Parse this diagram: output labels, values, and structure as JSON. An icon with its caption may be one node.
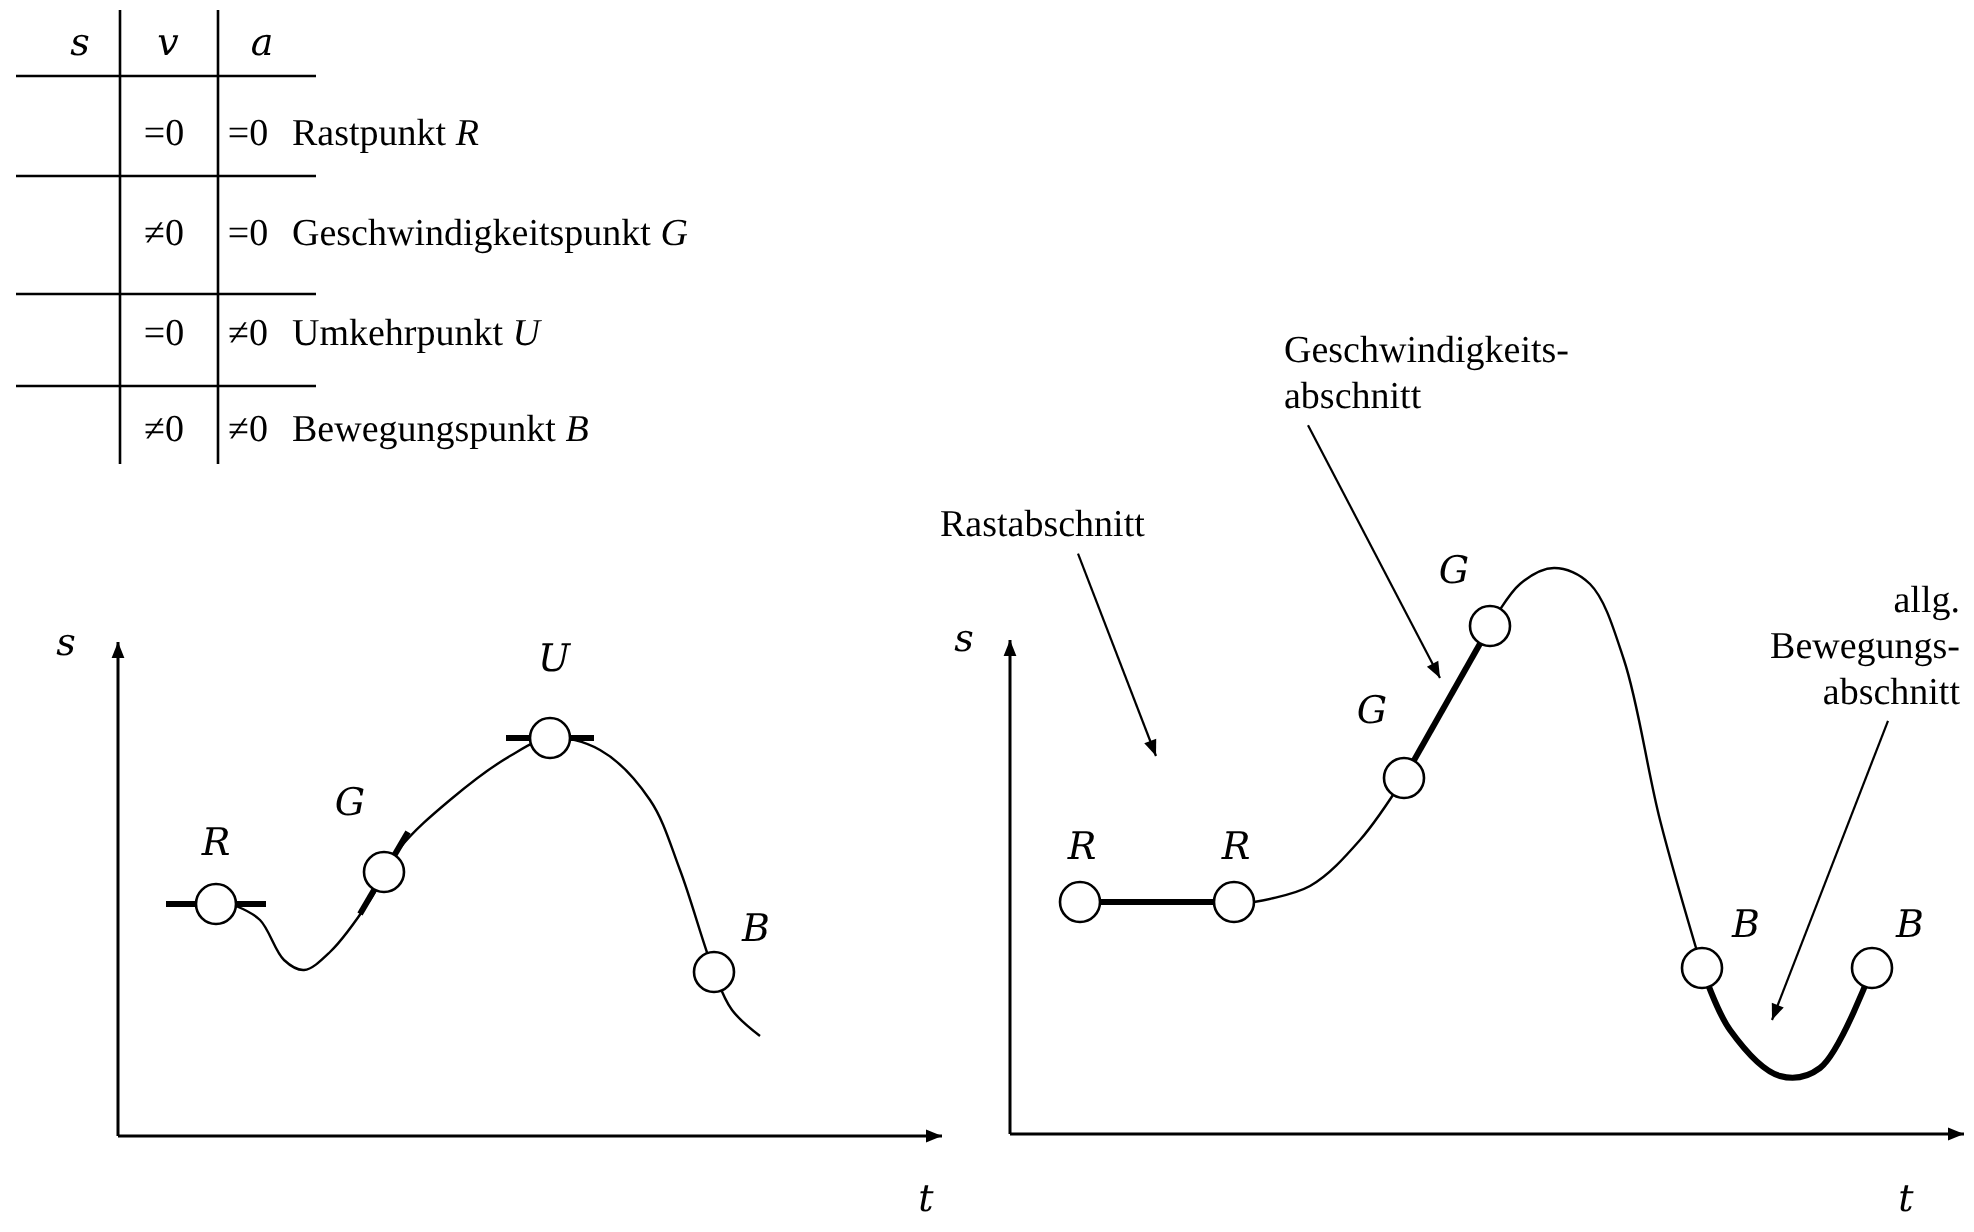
{
  "diagram": {
    "nodes": [
      {
        "text": [
          "Geschwindigkeits- abschnitt"
        ]
      },
      {
        "text": [
          "Rastabschnitt"
        ]
      },
      {
        "text": [
          "allg. Bewegungs- abschnitt"
        ]
      }
    ],
    "edges": [
      {
        "from": 1,
        "to": null,
        "arrow": "to"
      },
      {
        "from": 0,
        "to": null,
        "arrow": "to"
      },
      {
        "from": 2,
        "to": null,
        "arrow": "to"
      }
    ],
    "labels": [
      "s",
      "v",
      "a",
      "=0",
      "=0",
      "Rastpunkt *R*",
      "≠0",
      "=0",
      "Geschwindigkeitspunkt *G*",
      "=0",
      "≠0",
      "Umkehrpunkt *U*",
      "≠0",
      "≠0",
      "Bewegungspunkt *B*",
      "s",
      "U",
      "G",
      "R",
      "B",
      "t",
      "G",
      "s",
      "G",
      "R",
      "R",
      "B",
      "B",
      "t"
    ]
  }
}
